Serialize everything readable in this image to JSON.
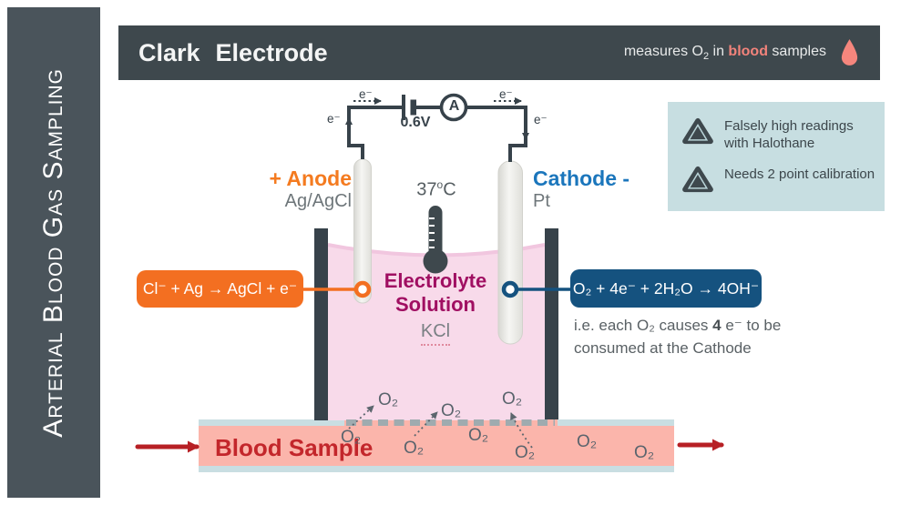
{
  "sidebar": {
    "title": "Arterial Blood Gas Sampling"
  },
  "header": {
    "title_word1": "Clark",
    "title_word2": "Electrode",
    "measures_pre": "measures O",
    "measures_sub": "2",
    "measures_mid": " in ",
    "measures_highlight": "blood",
    "measures_post": " samples",
    "drop_icon": "blood-drop"
  },
  "warnings": {
    "items": [
      {
        "icon": "warning-triangle",
        "text": "Falsely high readings with Halothane"
      },
      {
        "icon": "warning-triangle",
        "text": "Needs 2 point calibration"
      }
    ]
  },
  "circuit": {
    "voltage": "0.6V",
    "ammeter": "A",
    "electron": "e⁻"
  },
  "electrodes": {
    "anode_label": "+ Anode",
    "anode_material": "Ag/AgCl",
    "cathode_label": "Cathode -",
    "cathode_material": "Pt"
  },
  "solution": {
    "line1": "Electrolyte",
    "line2": "Solution",
    "salt": "KCl",
    "temperature_value": "37",
    "temperature_deg": "o",
    "temperature_unit": "C"
  },
  "reactions": {
    "anode_equation": "Cl⁻ + Ag → AgCl + e⁻",
    "cathode_equation": "O₂ + 4e⁻ + 2H₂O → 4OH⁻",
    "note_pre": "i.e. each O₂ causes ",
    "note_bold": "4",
    "note_post": " e⁻ to be",
    "note_line2": "consumed at the Cathode"
  },
  "blood": {
    "label": "Blood Sample",
    "molecule": "O₂"
  },
  "colors": {
    "dark_slate": "#3E484D",
    "sidebar_bg": "#4A545B",
    "orange": "#F36F21",
    "anode_orange": "#F47B20",
    "cathode_blue": "#1B76BC",
    "navy_box": "#15527F",
    "crimson": "#A00F62",
    "teal_bg": "#C7DEE1",
    "liquid_pink": "#F8DAEA",
    "blood_salmon": "#FBB5AB",
    "blood_red": "#C3262B",
    "arrow_red": "#B72025",
    "drop_salmon": "#F5867D",
    "membrane_gray": "#9FABAF"
  }
}
